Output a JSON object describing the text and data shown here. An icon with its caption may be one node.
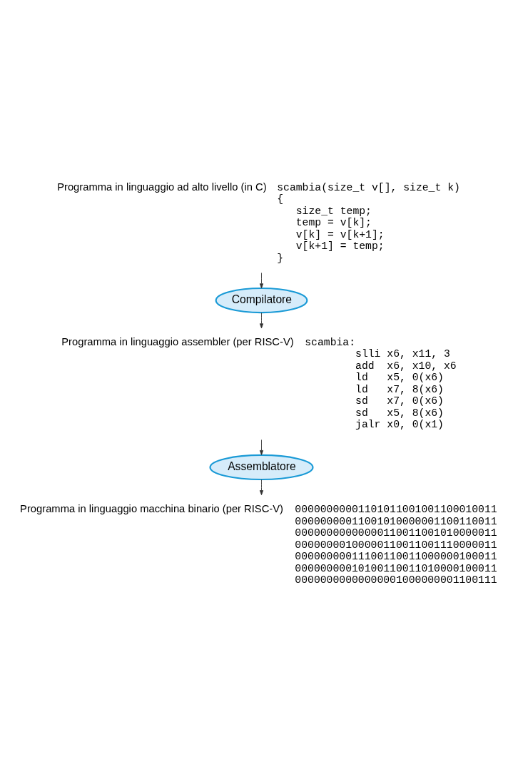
{
  "diagram": {
    "nodes": [
      {
        "text": [
          "scambia(size_t v[], size_t k)",
          "{",
          "size_t temp;",
          "temp = v[k];",
          "v[k] = v[k+1];",
          "v[k+1] = temp;",
          "}"
        ],
        "beside": [
          "Programma in linguaggio ad alto livello (in C)"
        ]
      },
      {
        "text": [
          "Compilatore"
        ]
      },
      {
        "text": [
          "scambia:",
          "slli x6, x11, 3",
          "add  x6, x10, x6",
          "ld   x5, 0(x6)",
          "ld   x7, 8(x6)",
          "sd   x7, 0(x6)",
          "sd   x5, 8(x6)",
          "jalr x0, 0(x1)"
        ],
        "beside": [
          "Programma in linguaggio assembler (per RISC-V)"
        ]
      },
      {
        "text": [
          "Assemblatore"
        ]
      },
      {
        "text": [
          "00000000001101011001001100010011",
          "00000000011001010000001100110011",
          "00000000000000110011001010000011",
          "00000000100000110011001110000011",
          "00000000011100110011000000100011",
          "00000000010100110011010000100011",
          "00000000000000001000000001100111"
        ],
        "beside": [
          "Programma in linguaggio macchina binario (per RISC-V)"
        ]
      }
    ],
    "edges": [
      {
        "from": 0,
        "to": 1,
        "arrow": "to"
      },
      {
        "from": 1,
        "to": 2,
        "arrow": "to"
      },
      {
        "from": 2,
        "to": 3,
        "arrow": "to"
      },
      {
        "from": 3,
        "to": 4,
        "arrow": "to"
      }
    ]
  }
}
